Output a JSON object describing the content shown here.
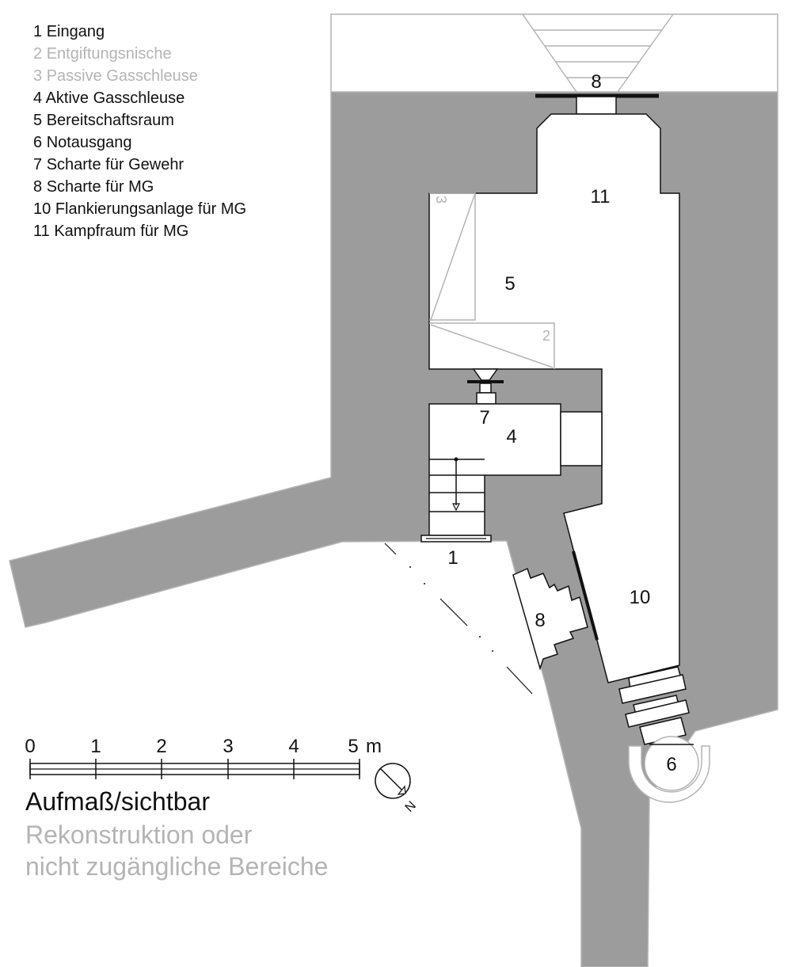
{
  "legend": [
    {
      "num": "1",
      "label": "Eingang",
      "style": "dark"
    },
    {
      "num": "2",
      "label": "Entgiftungsnische",
      "style": "grey"
    },
    {
      "num": "3",
      "label": "Passive Gasschleuse",
      "style": "grey"
    },
    {
      "num": "4",
      "label": "Aktive Gasschleuse",
      "style": "dark"
    },
    {
      "num": "5",
      "label": "Bereitschaftsraum",
      "style": "dark"
    },
    {
      "num": "6",
      "label": "Notausgang",
      "style": "dark"
    },
    {
      "num": "7",
      "label": "Scharte für Gewehr",
      "style": "dark"
    },
    {
      "num": "8",
      "label": "Scharte für MG",
      "style": "dark"
    },
    {
      "num": "10",
      "label": "Flankierungsanlage für MG",
      "style": "dark"
    },
    {
      "num": "11",
      "label": "Kampfraum für MG",
      "style": "dark"
    }
  ],
  "rooms": {
    "embrasure_top": "8",
    "combat_room": "11",
    "readiness_room": "5",
    "passive_lock": "3",
    "decon_niche": "2",
    "rifle_embrasure": "7",
    "active_lock": "4",
    "entrance": "1",
    "embrasure_side": "8",
    "flanking": "10",
    "emergency_exit": "6"
  },
  "scale": {
    "ticks": [
      "0",
      "1",
      "2",
      "3",
      "4",
      "5"
    ],
    "unit": "m",
    "north": "N"
  },
  "captions": {
    "surveyed": "Aufmaß/sichtbar",
    "reconstruction_line1": "Rekonstruktion oder",
    "reconstruction_line2": "nicht zugängliche Bereiche"
  },
  "colors": {
    "concrete": "#9c9c9c",
    "line": "#111111",
    "reconstruction": "#b4b4b4"
  }
}
